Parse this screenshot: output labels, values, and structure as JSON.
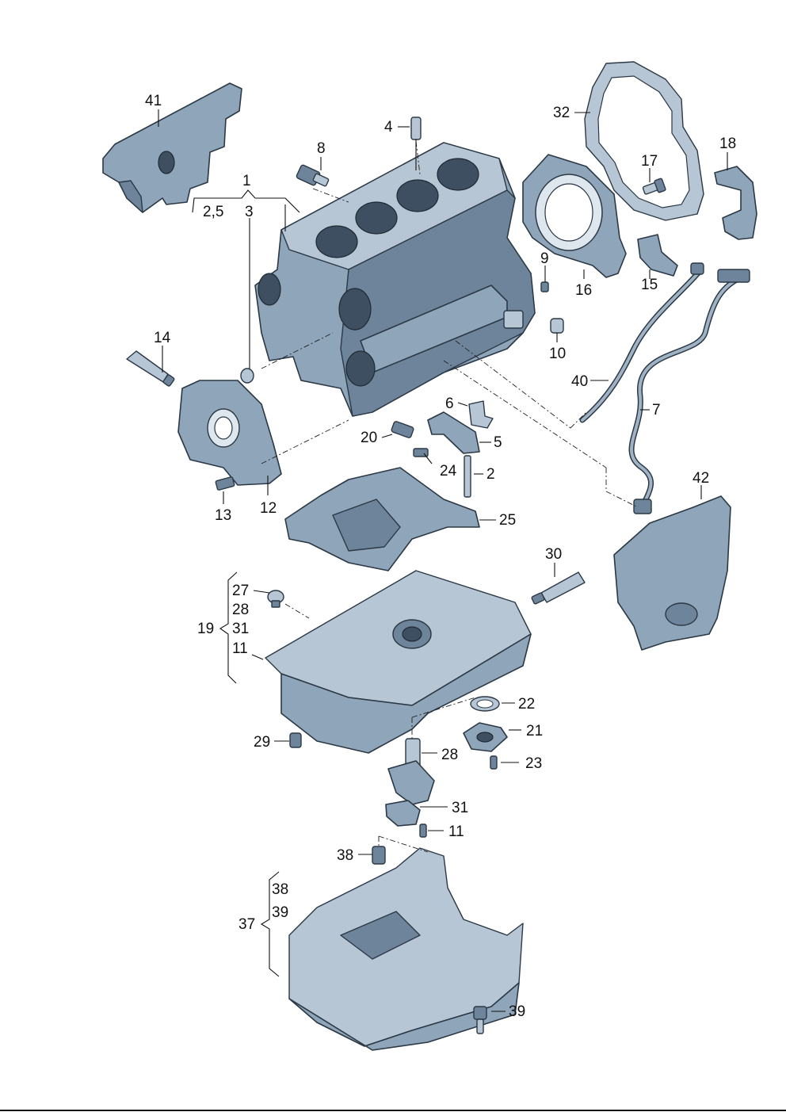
{
  "labels": [
    {
      "id": "l41",
      "text": "41"
    },
    {
      "id": "l4",
      "text": "4"
    },
    {
      "id": "l32",
      "text": "32"
    },
    {
      "id": "l8",
      "text": "8"
    },
    {
      "id": "l18",
      "text": "18"
    },
    {
      "id": "l17",
      "text": "17"
    },
    {
      "id": "l1",
      "text": "1"
    },
    {
      "id": "l25a",
      "text": "2,5"
    },
    {
      "id": "l3",
      "text": "3"
    },
    {
      "id": "l9",
      "text": "9"
    },
    {
      "id": "l16",
      "text": "16"
    },
    {
      "id": "l15",
      "text": "15"
    },
    {
      "id": "l14",
      "text": "14"
    },
    {
      "id": "l10",
      "text": "10"
    },
    {
      "id": "l40",
      "text": "40"
    },
    {
      "id": "l6",
      "text": "6"
    },
    {
      "id": "l7",
      "text": "7"
    },
    {
      "id": "l20",
      "text": "20"
    },
    {
      "id": "l5",
      "text": "5"
    },
    {
      "id": "l24",
      "text": "24"
    },
    {
      "id": "l2",
      "text": "2"
    },
    {
      "id": "l42",
      "text": "42"
    },
    {
      "id": "l13",
      "text": "13"
    },
    {
      "id": "l12",
      "text": "12"
    },
    {
      "id": "l25",
      "text": "25"
    },
    {
      "id": "l30",
      "text": "30"
    },
    {
      "id": "l27",
      "text": "27"
    },
    {
      "id": "l28a",
      "text": "28"
    },
    {
      "id": "l19",
      "text": "19"
    },
    {
      "id": "l31a",
      "text": "31"
    },
    {
      "id": "l11a",
      "text": "11"
    },
    {
      "id": "l22",
      "text": "22"
    },
    {
      "id": "l21",
      "text": "21"
    },
    {
      "id": "l29",
      "text": "29"
    },
    {
      "id": "l28",
      "text": "28"
    },
    {
      "id": "l23",
      "text": "23"
    },
    {
      "id": "l31",
      "text": "31"
    },
    {
      "id": "l11",
      "text": "11"
    },
    {
      "id": "l38",
      "text": "38"
    },
    {
      "id": "l38b",
      "text": "38"
    },
    {
      "id": "l39b",
      "text": "39"
    },
    {
      "id": "l37",
      "text": "37"
    },
    {
      "id": "l39",
      "text": "39"
    }
  ]
}
